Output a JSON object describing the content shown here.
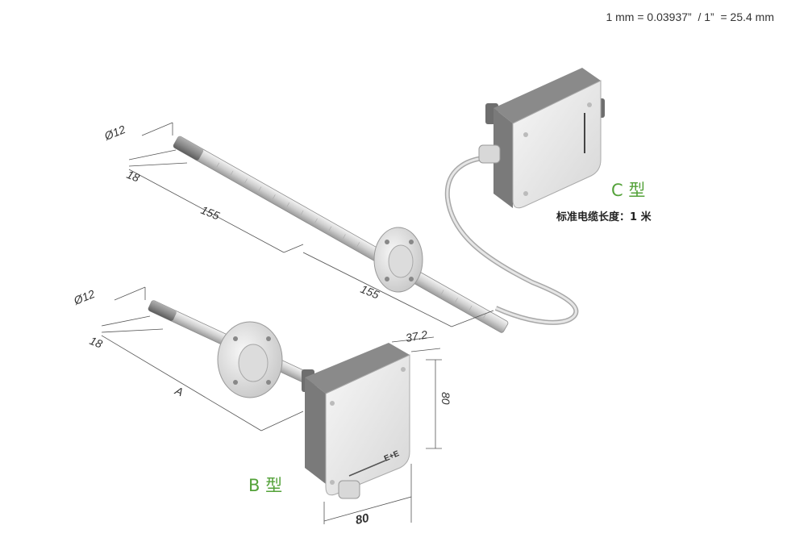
{
  "conversion_note": "1 mm = 0.03937”  / 1”  = 25.4 mm",
  "type_c": {
    "label": "C 型",
    "cable_note": "标准电缆长度：1 米"
  },
  "type_b": {
    "label": "B 型"
  },
  "brand_mark": "E+E",
  "dimensions": {
    "c_diameter": "Ø12",
    "c_tip": "18",
    "c_length_1": "155",
    "c_length_2": "155",
    "b_diameter": "Ø12",
    "b_tip": "18",
    "b_length": "A",
    "housing_depth": "37.2",
    "housing_height": "80",
    "housing_width": "80"
  },
  "colors": {
    "type_label": "#54a23a",
    "probe_tip": "#8a8a8a",
    "housing": "#e9e9e9"
  }
}
